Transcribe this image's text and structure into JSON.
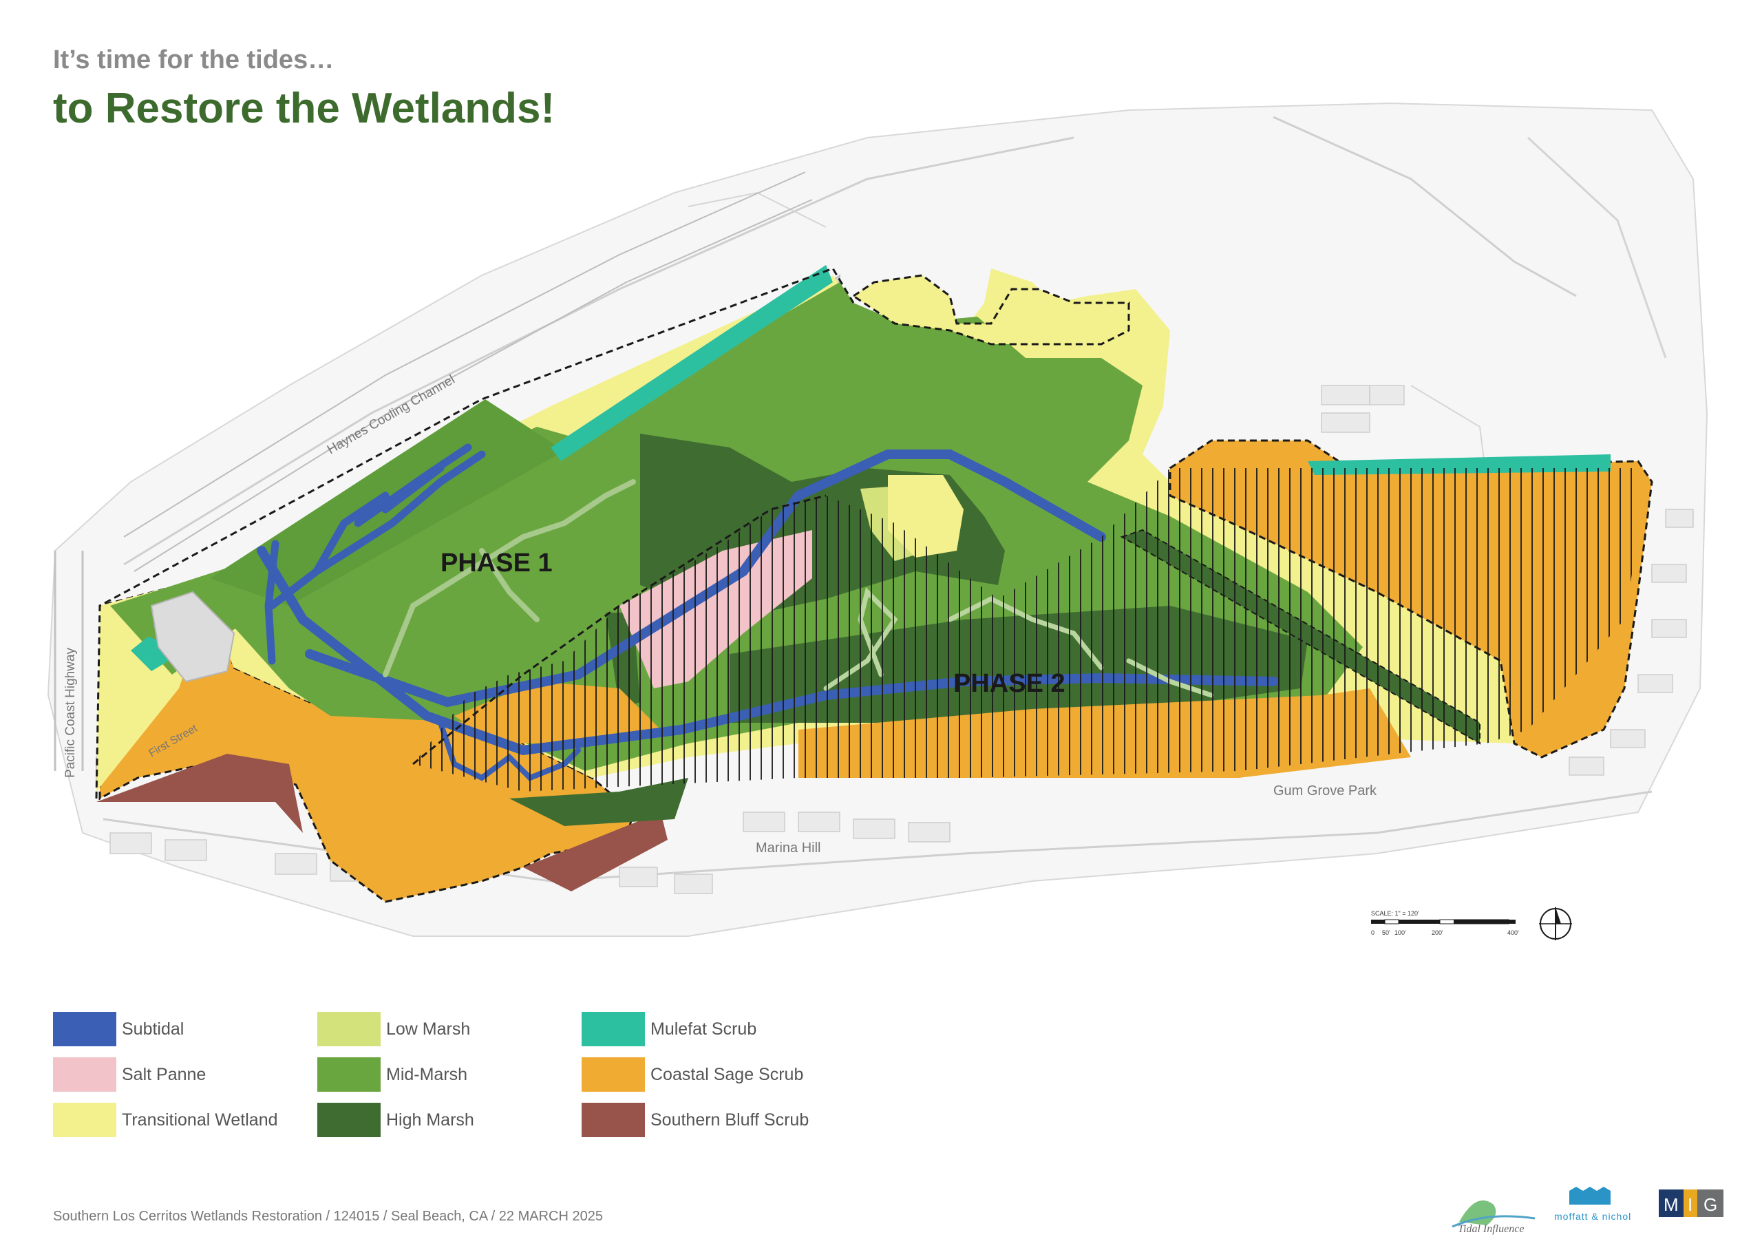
{
  "header": {
    "kicker": "It’s time for the tides…",
    "headline": "to Restore the Wetlands!"
  },
  "map": {
    "phase1_label": "PHASE 1",
    "phase2_label": "PHASE 2",
    "place_labels": {
      "haynes": "Haynes Cooling Channel",
      "pch": "Pacific Coast Highway",
      "first_street": "First Street",
      "gum_grove": "Gum Grove Park",
      "marina_hill": "Marina Hill"
    },
    "scale": {
      "title": "SCALE: 1\" = 120'",
      "ticks": [
        "0",
        "50'",
        "100'",
        "200'",
        "400'"
      ]
    },
    "colors": {
      "subtidal": "#3a5fb5",
      "salt_panne": "#f2c3c8",
      "transitional": "#f3f08e",
      "low_marsh": "#d3e27a",
      "mid_marsh": "#6aa640",
      "high_marsh": "#3f6d31",
      "mulefat": "#2cbfa0",
      "coastal_sage": "#f0ab33",
      "bluff": "#98544a"
    }
  },
  "legend": [
    {
      "label": "Subtidal",
      "color": "#3a5fb5"
    },
    {
      "label": "Salt Panne",
      "color": "#f2c3c8"
    },
    {
      "label": "Transitional Wetland",
      "color": "#f3f08e"
    },
    {
      "label": "Low Marsh",
      "color": "#d3e27a"
    },
    {
      "label": "Mid-Marsh",
      "color": "#6aa640"
    },
    {
      "label": "High Marsh",
      "color": "#3f6d31"
    },
    {
      "label": "Mulefat Scrub",
      "color": "#2cbfa0"
    },
    {
      "label": "Coastal Sage Scrub",
      "color": "#f0ab33"
    },
    {
      "label": "Southern Bluff Scrub",
      "color": "#98544a"
    }
  ],
  "footer": {
    "credit": "Southern Los Cerritos Wetlands Restoration / 124015 / Seal Beach, CA / 22 MARCH 2025"
  },
  "logos": {
    "tidal": "Tidal Influence",
    "moffatt": "moffatt & nichol",
    "mig": [
      "M",
      "I",
      "G"
    ],
    "mig_colors": [
      "#1d3a6b",
      "#e8a822",
      "#6d6e70"
    ]
  }
}
